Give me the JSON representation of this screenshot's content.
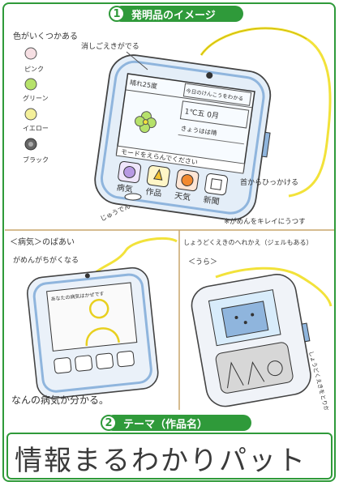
{
  "header1": {
    "number": "1",
    "title": "発明品のイメージ"
  },
  "header2": {
    "number": "2",
    "title": "テーマ（作品名）"
  },
  "theme_title": "情報まるわかりパット",
  "colors_section": {
    "heading": "色がいくつかある",
    "options": [
      "ピンク",
      "グリーン",
      "イエロー",
      "ブラック"
    ]
  },
  "main_device": {
    "callout_eraser": "消しごえきがでる",
    "status_left": "晴れ25度",
    "status_right": "今日のけんこうをわかる",
    "temp_line": "1℃五 0月",
    "weather_label": "きょうはは晴",
    "mode_bar": "モードをえらんでください",
    "app_labels": [
      "病気",
      "作品",
      "天気",
      "新聞"
    ],
    "power_label": "じゅうでん",
    "strap_label": "首からひっかける",
    "note_right": "※がめんをキレイにうつす"
  },
  "panel_sick": {
    "heading": "＜病気＞のばあい",
    "subtitle": "がめんがちがくなる",
    "screen_text": "あなたの病気はかぜです",
    "footer": "なんの病気か分かる。"
  },
  "panel_back": {
    "heading": "しょうどくえきのへれかえ（ジェルもある）",
    "sub": "＜うら＞",
    "side_note": "しょうどくえきをとりかえる"
  },
  "palette": {
    "green": "#2f9a3a",
    "yellow": "#f2e23a",
    "blue": "#8fb5dd",
    "pink": "#f3c6cc",
    "lime": "#b6e26a"
  }
}
